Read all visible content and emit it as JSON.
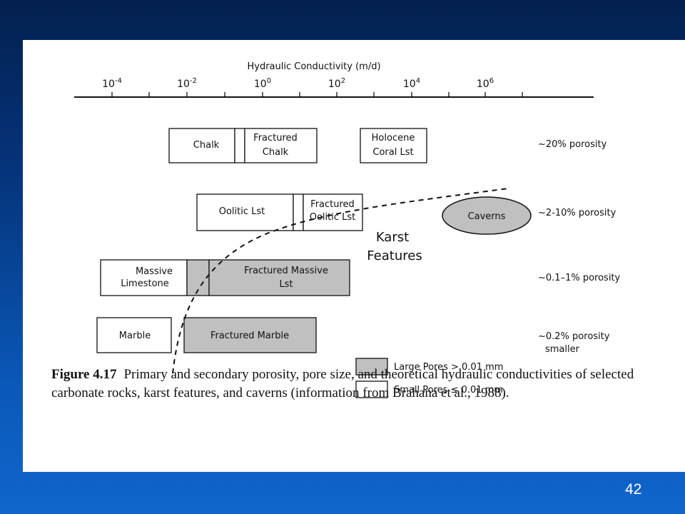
{
  "figure": {
    "axis_title": "Hydraulic Conductivity (m/d)",
    "ticks": [
      {
        "base": "10",
        "exp": "-4"
      },
      {
        "base": "10",
        "exp": "-2"
      },
      {
        "base": "10",
        "exp": "0"
      },
      {
        "base": "10",
        "exp": "2"
      },
      {
        "base": "10",
        "exp": "4"
      },
      {
        "base": "10",
        "exp": "6"
      }
    ],
    "boxes": {
      "chalk": "Chalk",
      "fractured_chalk": [
        "Fractured",
        "Chalk"
      ],
      "holocene": [
        "Holocene",
        "Coral Lst"
      ],
      "oolitic": "Oolitic Lst",
      "fractured_oolitic": [
        "Fractured",
        "Oolitic Lst"
      ],
      "caverns": "Caverns",
      "massive_limestone": [
        "Massive",
        "Limestone"
      ],
      "fractured_massive": [
        "Fractured Massive",
        "Lst"
      ],
      "marble": "Marble",
      "fractured_marble": "Fractured Marble"
    },
    "karst_label": [
      "Karst",
      "Features"
    ],
    "porosity": {
      "row1": "~20% porosity",
      "row2": "~2-10% porosity",
      "row3": "~0.1–1% porosity",
      "row4": [
        "~0.2% porosity",
        "smaller"
      ]
    },
    "legend": {
      "large": "Large Pores > 0.01 mm",
      "small": "Small Pores ≤ 0.01 mm"
    },
    "colors": {
      "large_pores_fill": "#c0c0c0",
      "small_pores_fill": "#ffffff"
    },
    "caption_label": "Figure 4.17",
    "caption_text": "Primary and secondary porosity, pore size, and theoretical hydraulic conductivities of selected carbonate rocks, karst features, and caverns (information from Brahana et al., 1988)."
  },
  "slide": {
    "page_number": "42"
  }
}
